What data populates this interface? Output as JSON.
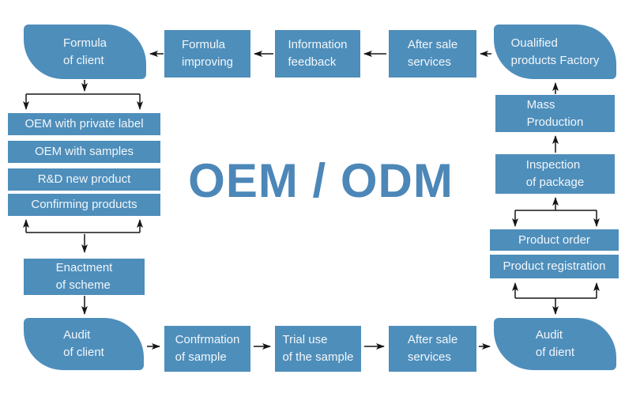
{
  "title": "OEM / ODM",
  "colors": {
    "box": "#4E8EBB",
    "title": "#4C87B8",
    "arrow": "#161616",
    "label": "#F2F7FA",
    "background": "#FFFFFF"
  },
  "nodes": {
    "formula_of_client": {
      "lines": [
        "Formula",
        "of client"
      ]
    },
    "formula_improving": {
      "lines": [
        "Formula",
        "improving"
      ]
    },
    "information_feedback": {
      "lines": [
        "Information",
        "feedback"
      ]
    },
    "after_sale_services_top": {
      "lines": [
        "After sale",
        "services"
      ]
    },
    "qualified_products_factory": {
      "lines": [
        "Oualified",
        "products Factory"
      ]
    },
    "oem_private_label": {
      "lines": [
        "OEM with private label"
      ]
    },
    "oem_with_samples": {
      "lines": [
        "OEM with samples"
      ]
    },
    "rd_new_product": {
      "lines": [
        "R&D new product"
      ]
    },
    "confirming_products": {
      "lines": [
        "Confirming products"
      ]
    },
    "enactment_of_scheme": {
      "lines": [
        "Enactment",
        "of scheme"
      ]
    },
    "mass_production": {
      "lines": [
        "Mass",
        "Production"
      ]
    },
    "inspection_of_package": {
      "lines": [
        "Inspection",
        "of package"
      ]
    },
    "product_order": {
      "lines": [
        "Product order"
      ]
    },
    "product_registration": {
      "lines": [
        "Product registration"
      ]
    },
    "audit_of_client": {
      "lines": [
        "Audit",
        "of client"
      ]
    },
    "confirmation_of_sample": {
      "lines": [
        "Confrmation",
        "of sample"
      ]
    },
    "trial_use_of_sample": {
      "lines": [
        "Trial use",
        "of the sample"
      ]
    },
    "after_sale_services_bottom": {
      "lines": [
        "After sale",
        "services"
      ]
    },
    "audit_of_dient": {
      "lines": [
        "Audit",
        "of dient"
      ]
    }
  }
}
